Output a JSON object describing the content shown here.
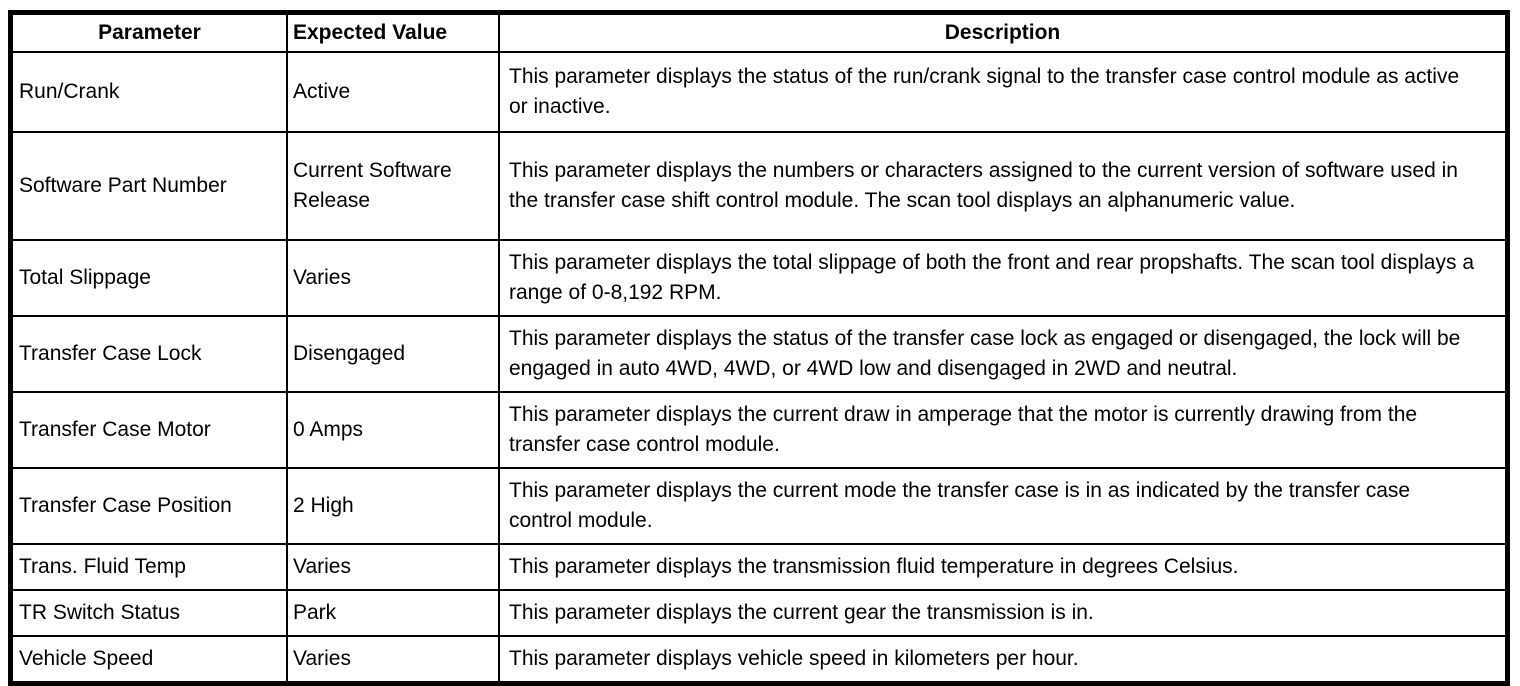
{
  "colors": {
    "border": "#000000",
    "background": "#ffffff",
    "text": "#000000"
  },
  "table": {
    "headers": {
      "parameter": "Parameter",
      "expected_value": "Expected Value",
      "description": "Description"
    },
    "rows": [
      {
        "parameter": "Run/Crank",
        "expected_value": "Active",
        "description": "This parameter displays the status of the run/crank signal to the transfer case control module as active or inactive."
      },
      {
        "parameter": "Software Part Number",
        "expected_value": "Current Software Release",
        "description": "This parameter displays the numbers or characters assigned to the current version of software used in the transfer case shift control module. The scan tool displays an alphanumeric value."
      },
      {
        "parameter": "Total Slippage",
        "expected_value": "Varies",
        "description": "This parameter displays the total slippage of both the front and rear propshafts. The scan tool displays a range of 0-8,192 RPM."
      },
      {
        "parameter": "Transfer Case Lock",
        "expected_value": "Disengaged",
        "description": "This parameter displays the status of the transfer case lock as engaged or disengaged, the lock will be engaged in auto 4WD, 4WD, or 4WD low and disengaged in 2WD and neutral."
      },
      {
        "parameter": "Transfer Case Motor",
        "expected_value": "0 Amps",
        "description": "This parameter displays the current draw in amperage that the motor is currently drawing from the transfer case control module."
      },
      {
        "parameter": "Transfer Case Position",
        "expected_value": "2 High",
        "description": "This parameter displays the current mode the transfer case is in as indicated by the transfer case control module."
      },
      {
        "parameter": "Trans. Fluid Temp",
        "expected_value": "Varies",
        "description": "This parameter displays the transmission fluid temperature in degrees Celsius."
      },
      {
        "parameter": "TR Switch Status",
        "expected_value": "Park",
        "description": "This parameter displays the current gear the transmission is in."
      },
      {
        "parameter": "Vehicle Speed",
        "expected_value": "Varies",
        "description": "This parameter displays vehicle speed in kilometers per hour."
      }
    ]
  }
}
